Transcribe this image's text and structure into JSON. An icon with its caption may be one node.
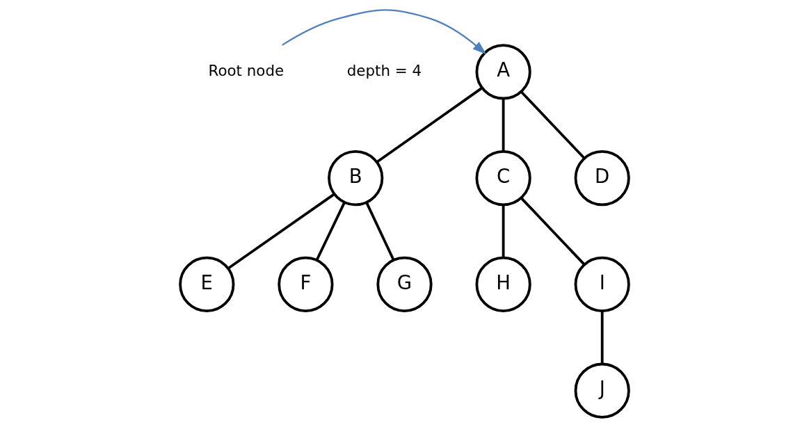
{
  "diagram": {
    "nodes": [
      {
        "text": [
          "A"
        ]
      },
      {
        "text": [
          "B"
        ]
      },
      {
        "text": [
          "C"
        ]
      },
      {
        "text": [
          "D"
        ]
      },
      {
        "text": [
          "E"
        ]
      },
      {
        "text": [
          "F"
        ]
      },
      {
        "text": [
          "G"
        ]
      },
      {
        "text": [
          "H"
        ]
      },
      {
        "text": [
          "I"
        ]
      },
      {
        "text": [
          "J"
        ]
      },
      {
        "text": [
          "Root node"
        ]
      }
    ],
    "edges": [
      {
        "from": 0,
        "to": 1,
        "arrow": "none"
      },
      {
        "from": 0,
        "to": 2,
        "arrow": "none"
      },
      {
        "from": 0,
        "to": 3,
        "arrow": "none"
      },
      {
        "from": 1,
        "to": 4,
        "arrow": "none"
      },
      {
        "from": 1,
        "to": 5,
        "arrow": "none"
      },
      {
        "from": 1,
        "to": 6,
        "arrow": "none"
      },
      {
        "from": 2,
        "to": 7,
        "arrow": "none"
      },
      {
        "from": 2,
        "to": 8,
        "arrow": "none"
      },
      {
        "from": 8,
        "to": 9,
        "arrow": "none"
      },
      {
        "from": 10,
        "to": 0,
        "arrow": "to",
        "color": "#4f81bd"
      }
    ],
    "labels": [
      "depth = 4"
    ]
  }
}
